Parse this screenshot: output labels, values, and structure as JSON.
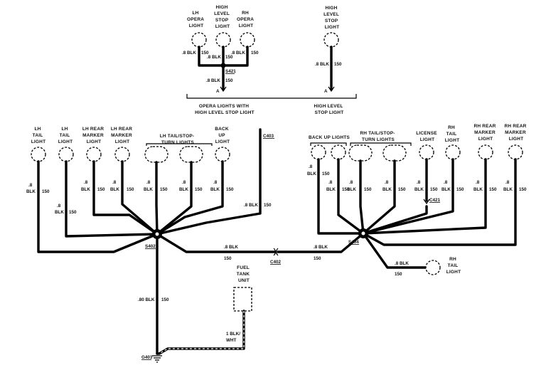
{
  "top_section": {
    "lh_opera_light": [
      "LH",
      "OPERA",
      "LIGHT"
    ],
    "high_level_stop_light_center": [
      "HIGH",
      "LEVEL",
      "STOP",
      "LIGHT"
    ],
    "rh_opera_light": [
      "RH",
      "OPERA",
      "LIGHT"
    ],
    "high_level_stop_light_right": [
      "HIGH",
      "LEVEL",
      "STOP",
      "LIGHT"
    ],
    "wire_lh_opera": {
      "size": ".8 BLK",
      "circuit": "150"
    },
    "wire_center_upper": {
      "size": ".8 BLK",
      "circuit": "150"
    },
    "wire_rh_opera": {
      "size": ".8 BLK",
      "circuit": "150"
    },
    "wire_center_lower": {
      "size": ".8 BLK",
      "circuit": "150"
    },
    "splice_top": "S421",
    "connector_a_left": "A",
    "wire_right_stop": {
      "size": ".8 BLK",
      "circuit": "150"
    },
    "connector_a_right": "A",
    "caption_left": [
      "OPERA LIGHTS WITH",
      "HIGH LEVEL STOP LIGHT"
    ],
    "caption_right": [
      "HIGH LEVEL",
      "STOP LIGHT"
    ]
  },
  "left_group": {
    "lh_tail_light_1": [
      "LH",
      "TAIL",
      "LIGHT"
    ],
    "lh_tail_light_2": [
      "LH",
      "TAIL",
      "LIGHT"
    ],
    "lh_rear_marker_1": [
      "LH REAR",
      "MARKER",
      "LIGHT"
    ],
    "lh_rear_marker_2": [
      "LH REAR",
      "MARKER",
      "LIGHT"
    ],
    "lh_tail_stop_turn": [
      "LH TAIL/STOP-",
      "TURN LIGHTS"
    ],
    "back_up_light": [
      "BACK",
      "UP",
      "LIGHT"
    ],
    "connector_c403": "C403",
    "splice": "S402",
    "wire_tail1": {
      "size": [
        ".8",
        "BLK"
      ],
      "circuit": "150"
    },
    "wire_tail2": {
      "size": [
        ".8",
        "BLK"
      ],
      "circuit": "150"
    },
    "wire_marker1": {
      "size": [
        ".8",
        "BLK"
      ],
      "circuit": "150"
    },
    "wire_marker2": {
      "size": [
        ".8",
        "BLK"
      ],
      "circuit": "150"
    },
    "wire_turn1": {
      "size": [
        ".8",
        "BLK"
      ],
      "circuit": "150"
    },
    "wire_turn2": {
      "size": [
        ".8",
        "BLK"
      ],
      "circuit": "150"
    },
    "wire_backup": {
      "size": [
        ".8",
        "BLK"
      ],
      "circuit": "150"
    },
    "wire_c403": {
      "size": ".8 BLK",
      "circuit": "150"
    },
    "wire_ground": {
      "size": ".80 BLK",
      "circuit": "150"
    },
    "ground": "G403"
  },
  "center": {
    "wire_left": {
      "size": ".8 BLK",
      "circuit": "150"
    },
    "connector": "C402",
    "wire_right": {
      "size": ".8 BLK",
      "circuit": "150"
    },
    "fuel_tank_unit": [
      "FUEL",
      "TANK",
      "UNIT"
    ],
    "fuel_wire": {
      "size": "1 BLK/",
      "color": "WHT"
    }
  },
  "right_group": {
    "back_up_lights": "BACK UP LIGHTS",
    "rh_tail_stop_turn": [
      "RH TAIL/STOP-",
      "TURN LIGHTS"
    ],
    "license_light": [
      "LICENSE",
      "LIGHT"
    ],
    "rh_tail_light": [
      "RH",
      "TAIL",
      "LIGHT"
    ],
    "rh_rear_marker_1": [
      "RH REAR",
      "MARKER",
      "LIGHT"
    ],
    "rh_rear_marker_2": [
      "RH REAR",
      "MARKER",
      "LIGHT"
    ],
    "connector_c421": "C421",
    "splice": "S404",
    "wire_backup1": {
      "size": [
        ".8",
        "BLK"
      ],
      "circuit": "150"
    },
    "wire_backup2": {
      "size": [
        ".8",
        "BLK"
      ],
      "circuit": "150"
    },
    "wire_turn1": {
      "size": [
        ".8",
        "BLK"
      ],
      "circuit": "150"
    },
    "wire_turn2": {
      "size": [
        ".8",
        "BLK"
      ],
      "circuit": "150"
    },
    "wire_license": {
      "size": [
        ".8",
        "BLK"
      ],
      "circuit": "150"
    },
    "wire_tail": {
      "size": [
        ".8",
        "BLK"
      ],
      "circuit": "150"
    },
    "wire_marker1": {
      "size": [
        ".8",
        "BLK"
      ],
      "circuit": "150"
    },
    "wire_marker2": {
      "size": [
        ".8",
        "BLK"
      ],
      "circuit": "150"
    },
    "wire_rh_tail_lower": {
      "size": ".8 BLK",
      "circuit": "150"
    },
    "rh_tail_light_lower": [
      "RH",
      "TAIL",
      "LIGHT"
    ]
  }
}
